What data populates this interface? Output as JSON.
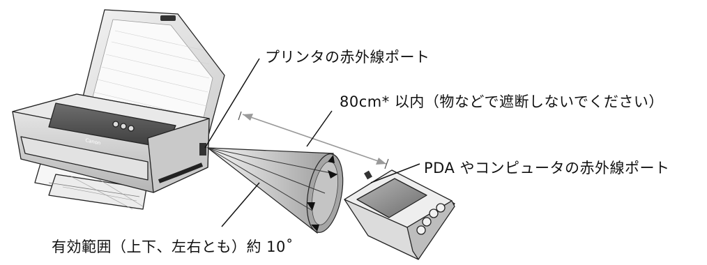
{
  "labels": {
    "printer_port": "プリンタの赤外線ポート",
    "distance": "80cm* 以内（物などで遮断しないでください）",
    "pda_port": "PDA やコンピュータの赤外線ポート",
    "range": "有効範囲（上下、左右とも）約 10˚"
  },
  "printer": {
    "logo": "Canon"
  },
  "colors": {
    "line": "#111111",
    "arrow": "#9a9a9a",
    "cone_light": "#e6e6e6",
    "cone_dark": "#8c8c8c",
    "printer_body": "#d9d9d9",
    "printer_dark": "#4a4a4a"
  }
}
